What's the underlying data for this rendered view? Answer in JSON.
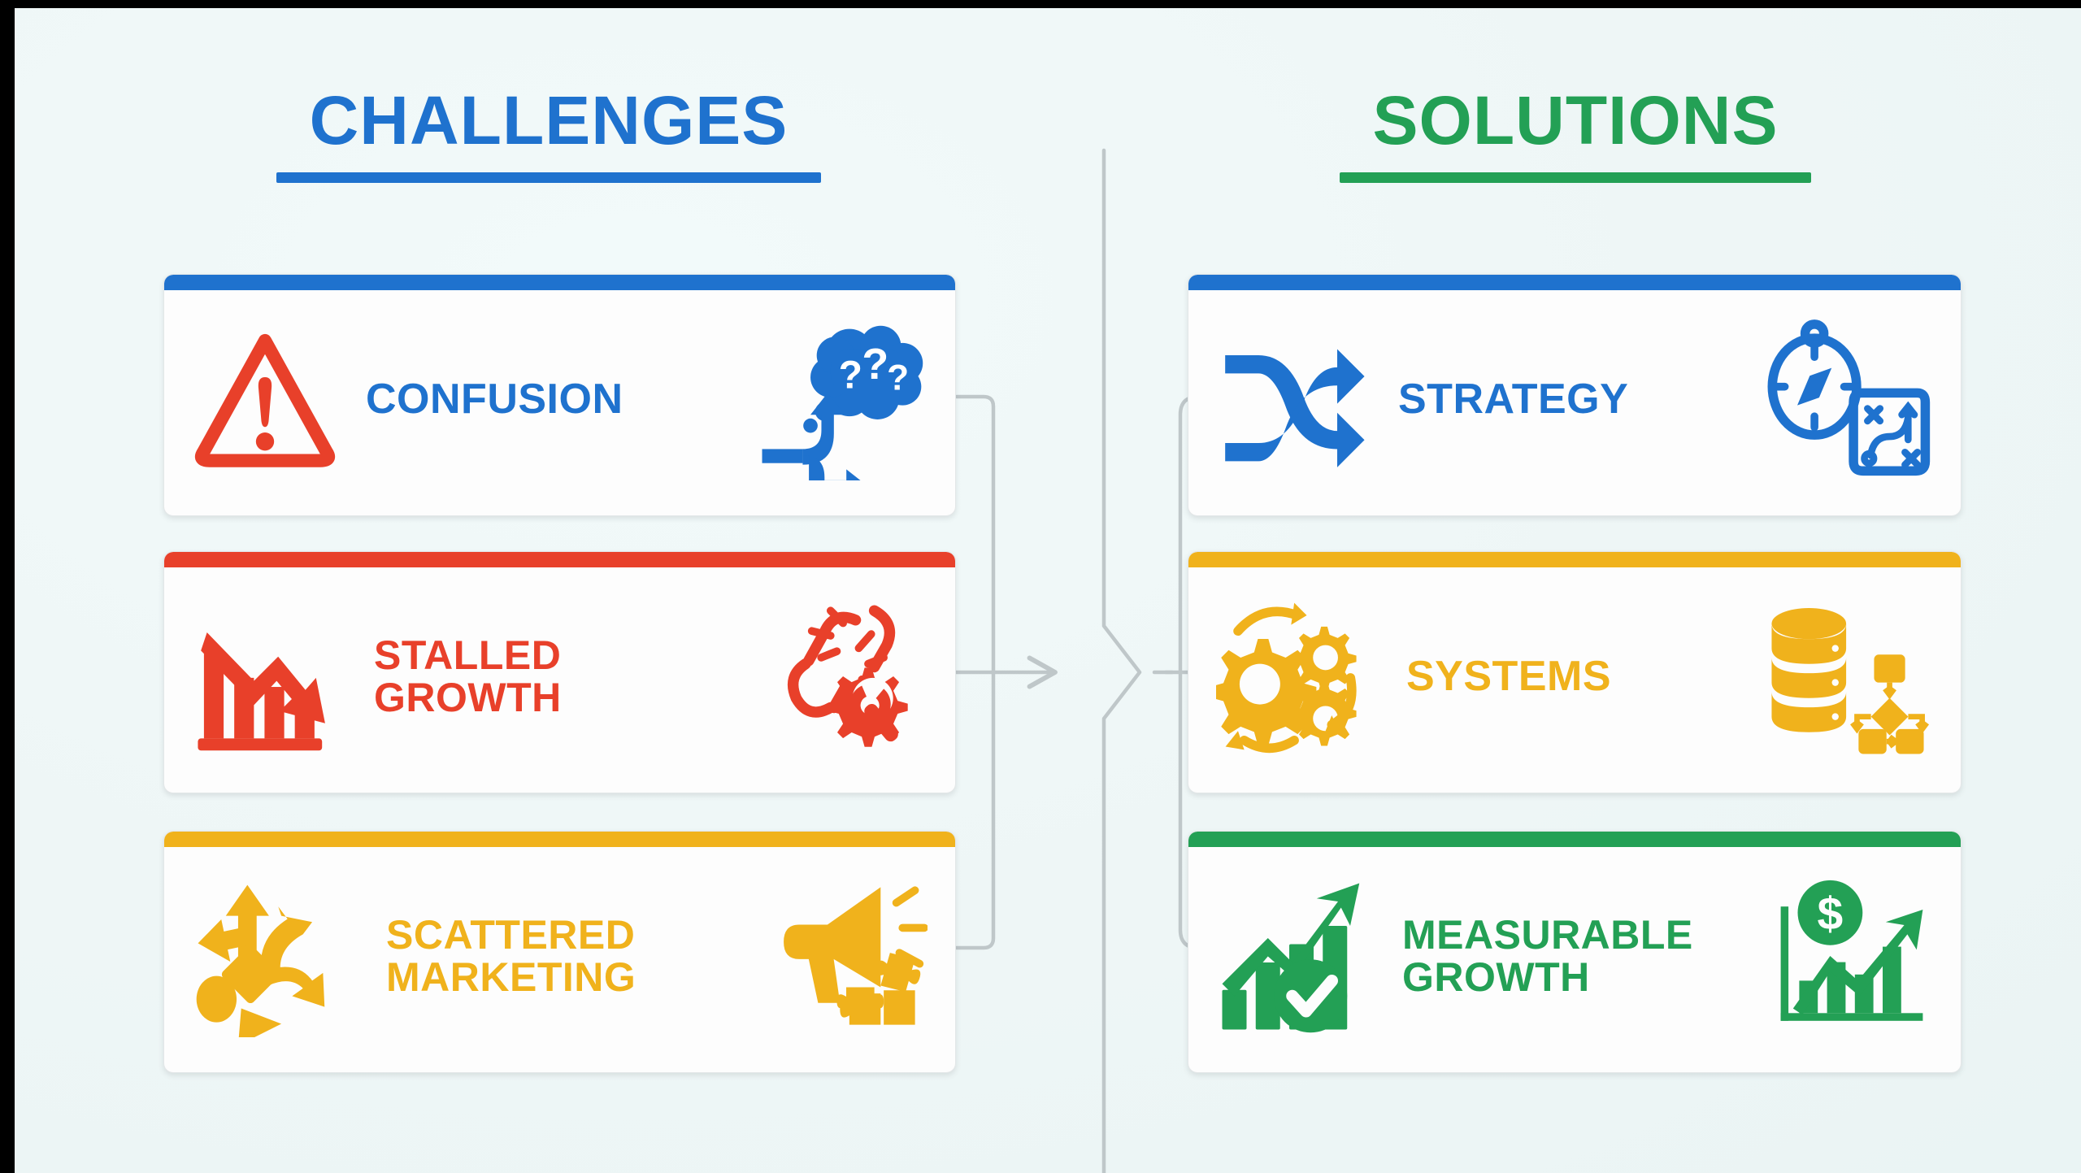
{
  "theme": {
    "background": "#eef6f6",
    "letterbox": "#000000",
    "blue": "#1f72ce",
    "red": "#e8402a",
    "amber": "#f0b21c",
    "green": "#23a055",
    "card_bg": "#fdfdfd",
    "connector_gray": "#bfc7c9"
  },
  "headings": {
    "left": {
      "text": "CHALLENGES",
      "color": "#1f72ce",
      "rule_color": "#1f72ce"
    },
    "right": {
      "text": "SOLUTIONS",
      "color": "#23a055",
      "rule_color": "#23a055"
    }
  },
  "challenges": [
    {
      "label": "CONFUSION",
      "label_lines": [
        "CONFUSION"
      ],
      "accent": "#1f72ce",
      "top_bar_color": "#1f72ce",
      "text_color": "#1f72ce",
      "left_icon": "warning-triangle-icon",
      "left_icon_color": "#e8402a",
      "right_icon": "question-thought-bubble-icon",
      "right_icon_color": "#1f72ce",
      "right_icon_extra": "forked-arrow-icon"
    },
    {
      "label": "STALLED GROWTH",
      "label_lines": [
        "STALLED",
        "GROWTH"
      ],
      "accent": "#e8402a",
      "top_bar_color": "#e8402a",
      "text_color": "#e8402a",
      "left_icon": "declining-bar-chart-icon",
      "left_icon_color": "#e8402a",
      "right_icon": "broken-chain-icon",
      "right_icon_color": "#e8402a",
      "right_icon_extra": "gear-wrench-icon"
    },
    {
      "label": "SCATTERED MARKETING",
      "label_lines": [
        "SCATTERED",
        "MARKETING"
      ],
      "accent": "#f0b21c",
      "top_bar_color": "#f0b21c",
      "text_color": "#f0b21c",
      "left_icon": "scattered-arrows-icon",
      "left_icon_color": "#f0b21c",
      "right_icon": "megaphone-icon",
      "right_icon_color": "#f0b21c",
      "right_icon_extra": "puzzle-pieces-icon"
    }
  ],
  "solutions": [
    {
      "label": "STRATEGY",
      "label_lines": [
        "STRATEGY"
      ],
      "accent": "#1f72ce",
      "top_bar_color": "#1f72ce",
      "text_color": "#1f72ce",
      "left_icon": "shuffle-arrows-icon",
      "left_icon_color": "#1f72ce",
      "right_icon": "compass-icon",
      "right_icon_color": "#1f72ce",
      "right_icon_extra": "tactics-board-icon"
    },
    {
      "label": "SYSTEMS",
      "label_lines": [
        "SYSTEMS"
      ],
      "accent": "#f0b21c",
      "top_bar_color": "#f0b21c",
      "text_color": "#f0b21c",
      "left_icon": "gears-cycle-icon",
      "left_icon_color": "#f0b21c",
      "right_icon": "database-icon",
      "right_icon_color": "#f0b21c",
      "right_icon_extra": "flowchart-icon"
    },
    {
      "label": "MEASURABLE GROWTH",
      "label_lines": [
        "MEASURABLE",
        "GROWTH"
      ],
      "accent": "#23a055",
      "top_bar_color": "#23a055",
      "text_color": "#23a055",
      "left_icon": "growth-chart-check-icon",
      "left_icon_color": "#23a055",
      "right_icon": "dollar-coin-icon",
      "right_icon_color": "#23a055",
      "right_icon_extra": "revenue-chart-icon"
    }
  ],
  "connectors": {
    "divider": "vertical-chevron-divider",
    "left_merge_arrow": "merge-arrow",
    "right_fan_arrows": [
      "fan-arrow-strategy",
      "fan-arrow-systems",
      "fan-arrow-measurable"
    ]
  }
}
